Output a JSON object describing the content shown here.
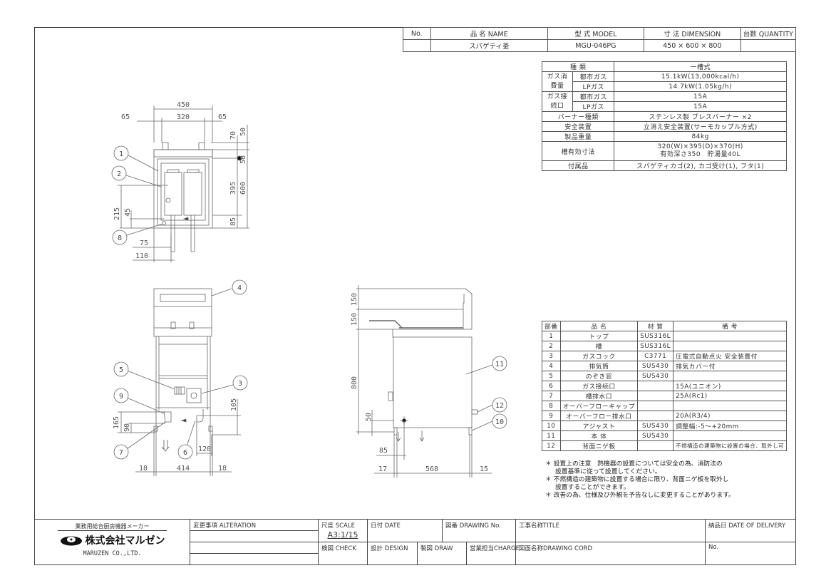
{
  "header": {
    "cols": [
      "No.",
      "品 名 NAME",
      "型 式 MODEL",
      "寸 法 DIMENSION",
      "台数 QUANTITY"
    ],
    "no": "",
    "name": "スパゲティ釜",
    "model": "MGU-046PG",
    "dimension": "450 × 600 × 800",
    "quantity": ""
  },
  "spec": {
    "type_label": "種 類",
    "type_value": "一槽式",
    "gas_consumption": "ガス消費量",
    "city_gas": "都市ガス",
    "lp_gas": "LPガス",
    "consumption_city": "15.1kW(13,000kcal/h)",
    "consumption_lp": "14.7kW(1.05kg/h)",
    "gas_connection": "ガス接続口",
    "connection_city": "15A",
    "connection_lp": "15A",
    "burner_label": "バーナー種類",
    "burner_value": "ステンレス製 ブレスバーナー ×2",
    "safety_label": "安全装置",
    "safety_value": "立消え安全装置(サーモカップル方式)",
    "weight_label": "製品重量",
    "weight_value": "84kg",
    "tank_label": "槽有効寸法",
    "tank_value_1": "320(W)×395(D)×370(H)",
    "tank_value_2": "有効深さ350　貯湯量40L",
    "accessories_label": "付属品",
    "accessories_value": "スパゲティカゴ(2), カゴ受け(1), フタ(1)"
  },
  "parts": {
    "headers": [
      "部番",
      "品 名",
      "材 質",
      "備 考"
    ],
    "rows": [
      {
        "no": "1",
        "name": "トップ",
        "material": "SUS316L",
        "note": ""
      },
      {
        "no": "2",
        "name": "槽",
        "material": "SUS316L",
        "note": ""
      },
      {
        "no": "3",
        "name": "ガスコック",
        "material": "C3771",
        "note": "圧電式自動点火 安全装置付"
      },
      {
        "no": "4",
        "name": "排気筒",
        "material": "SUS430",
        "note": "排気カバー付"
      },
      {
        "no": "5",
        "name": "のぞき窓",
        "material": "SUS430",
        "note": ""
      },
      {
        "no": "6",
        "name": "ガス接続口",
        "material": "",
        "note": "15A(ユニオン)"
      },
      {
        "no": "7",
        "name": "槽排水口",
        "material": "",
        "note": "25A(Rc1)"
      },
      {
        "no": "8",
        "name": "オーバーフローキャップ",
        "material": "",
        "note": ""
      },
      {
        "no": "9",
        "name": "オーバーフロー排水口",
        "material": "",
        "note": "20A(R3/4)"
      },
      {
        "no": "10",
        "name": "アジャスト",
        "material": "SUS430",
        "note": "調整幅:-5〜+20mm"
      },
      {
        "no": "11",
        "name": "本 体",
        "material": "SUS430",
        "note": ""
      },
      {
        "no": "12",
        "name": "背面ニゲ板",
        "material": "",
        "note": "不燃構造の建築物に設置の場合、取外し可"
      }
    ]
  },
  "notes": {
    "n1a": "＊ 設置上の注意　熱機器の設置については安全の為、消防法の",
    "n1b": "設置基準に従って設置してください。",
    "n2a": "＊ 不燃構造の建築物に設置する場合に限り、背面ニゲ板を取外し",
    "n2b": "設置することができます。",
    "n3": "＊ 改善の為、仕様及び外観を予告なしに変更することがあります。"
  },
  "title_block": {
    "maker_tagline": "業務用総合厨房機器メーカー",
    "company_jp": "株式会社マルゼン",
    "company_en": "MARUZEN CO.,LTD.",
    "alteration": "変更事項 ALTERATION",
    "scale_label": "尺度 SCALE",
    "scale_value": "A3:1/15",
    "date": "日付 DATE",
    "drawing_no": "図番 DRAWING No.",
    "title": "工事名称TITLE",
    "delivery": "納品日 DATE OF DELIVERY",
    "check": "検図 CHECK",
    "design": "設計 DESIGN",
    "draw": "製図 DRAW",
    "charge": "営業担当CHARGE",
    "drawing_cord": "図面名称DRAWING CORD",
    "no": "No."
  },
  "drawing": {
    "balloons": [
      "1",
      "2",
      "8",
      "4",
      "5",
      "3",
      "9",
      "7",
      "6",
      "11",
      "12",
      "10"
    ],
    "dims": [
      "450",
      "65",
      "320",
      "65",
      "70",
      "50",
      "50",
      "395",
      "600",
      "85",
      "215",
      "45",
      "75",
      "110",
      "165",
      "90",
      "105",
      "120",
      "18",
      "414",
      "18",
      "150",
      "150",
      "800",
      "50",
      "85",
      "17",
      "568",
      "15"
    ]
  }
}
